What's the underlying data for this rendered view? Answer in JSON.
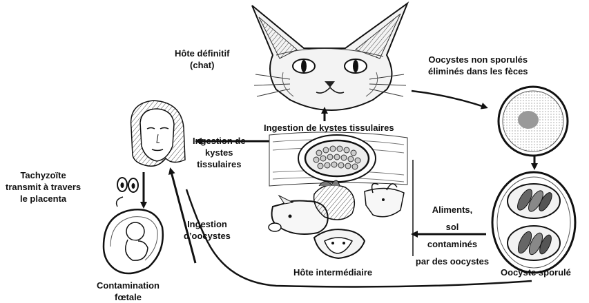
{
  "labels": {
    "definitive_host_line1": "Hôte définitif",
    "definitive_host_line2": "(chat)",
    "unsporulated_line1": "Oocystes non sporulés",
    "unsporulated_line2": "éliminés dans les fèces",
    "ingestion_cysts_top": "Ingestion de kystes tissulaires",
    "ingestion_left_line1": "Ingestion de",
    "ingestion_left_line2": "kystes",
    "ingestion_left_line3": "tissulaires",
    "tachyzoite_line1": "Tachyzoïte",
    "tachyzoite_line2": "transmit à travers",
    "tachyzoite_line3": "le placenta",
    "oocyst_ingestion_line1": "Ingestion",
    "oocyst_ingestion_line2": "d’oocystes",
    "food_line1": "Aliments,",
    "food_line2": "sol",
    "food_line3": "contaminés",
    "food_line4": "par des oocystes",
    "intermediate_host": "Hôte intermédiaire",
    "sporulated_oocyst": "Oocyste sporulé",
    "fetal_line1": "Contamination",
    "fetal_line2": "fœtale"
  },
  "colors": {
    "ink": "#111111",
    "oocyst_fill": "#e9e9e9",
    "background": "#ffffff"
  }
}
